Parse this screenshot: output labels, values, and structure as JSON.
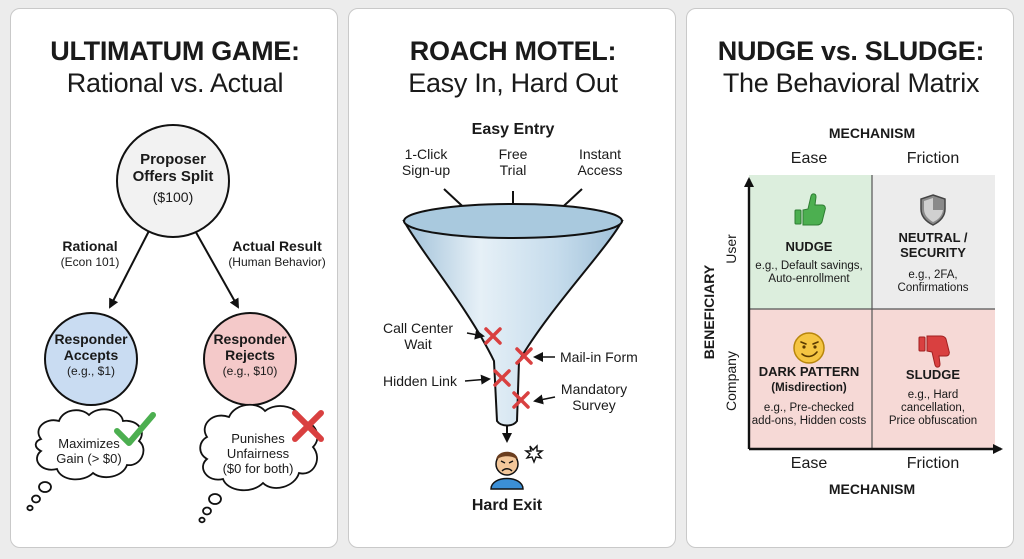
{
  "ultimatum": {
    "title": "ULTIMATUM GAME:",
    "subtitle": "Rational vs. Actual",
    "proposer": {
      "line1": "Proposer",
      "line2": "Offers Split",
      "amount": "($100)"
    },
    "rational": {
      "label": "Rational",
      "sub": "(Econ 101)"
    },
    "actual": {
      "label": "Actual Result",
      "sub": "(Human Behavior)"
    },
    "accepts": {
      "line1": "Responder",
      "line2": "Accepts",
      "example": "(e.g., $1)"
    },
    "rejects": {
      "line1": "Responder",
      "line2": "Rejects",
      "example": "(e.g., $10)"
    },
    "thought_left": {
      "line1": "Maximizes",
      "line2": "Gain (> $0)"
    },
    "thought_right": {
      "line1": "Punishes",
      "line2": "Unfairness",
      "line3": "($0 for both)"
    },
    "colors": {
      "proposer": "#f2f2f2",
      "accepts": "#c9dcf2",
      "rejects": "#f4c9c9",
      "check": "#4caf50",
      "cross": "#d94040"
    }
  },
  "roach": {
    "title": "ROACH MOTEL:",
    "subtitle": "Easy In, Hard Out",
    "easy_entry": "Easy Entry",
    "entry_1": {
      "line1": "1-Click",
      "line2": "Sign-up"
    },
    "entry_2": {
      "line1": "Free",
      "line2": "Trial"
    },
    "entry_3": {
      "line1": "Instant",
      "line2": "Access"
    },
    "call_center": {
      "line1": "Call Center",
      "line2": "Wait"
    },
    "mail_in": "Mail-in Form",
    "hidden_link": "Hidden Link",
    "survey": {
      "line1": "Mandatory",
      "line2": "Survey"
    },
    "hard_exit": "Hard Exit",
    "colors": {
      "funnel": "#c6dcec",
      "cross": "#d94040"
    }
  },
  "matrix": {
    "title": "NUDGE vs. SLUDGE:",
    "subtitle": "The Behavioral Matrix",
    "mechanism_top": "MECHANISM",
    "mechanism_bottom": "MECHANISM",
    "ease_top": "Ease",
    "friction_top": "Friction",
    "ease_bottom": "Ease",
    "friction_bottom": "Friction",
    "beneficiary": "BENEFICIARY",
    "user": "User",
    "company": "Company",
    "nudge": {
      "title": "NUDGE",
      "line1": "e.g., Default savings,",
      "line2": "Auto-enrollment"
    },
    "neutral": {
      "title1": "NEUTRAL /",
      "title2": "SECURITY",
      "line1": "e.g., 2FA,",
      "line2": "Confirmations"
    },
    "dark": {
      "title": "DARK PATTERN",
      "sub": "(Misdirection)",
      "line1": "e.g., Pre-checked",
      "line2": "add-ons, Hidden costs"
    },
    "sludge": {
      "title": "SLUDGE",
      "line1": "e.g., Hard",
      "line2": "cancellation,",
      "line3": "Price obfuscation"
    },
    "colors": {
      "nudge": "#dceedd",
      "neutral": "#ececec",
      "dark": "#f6d9d6",
      "sludge": "#f6d9d6",
      "thumb_up": "#4caf50",
      "thumb_down": "#d94040",
      "shield": "#8a8a8a",
      "smirk": "#f5c542"
    }
  }
}
